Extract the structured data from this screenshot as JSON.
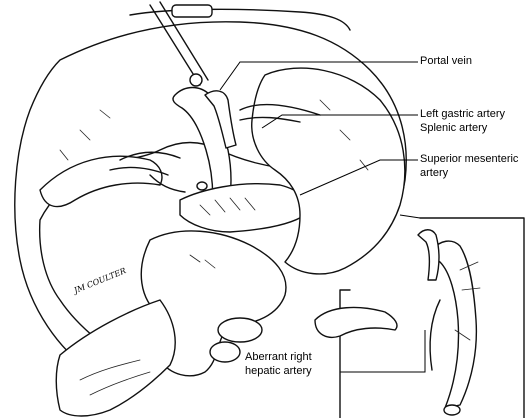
{
  "labels": {
    "portal_vein": "Portal vein",
    "left_gastric": "Left gastric artery",
    "splenic": "Splenic artery",
    "sma_line1": "Superior mesenteric",
    "sma_line2": "artery",
    "aberrant_line1": "Aberrant right",
    "aberrant_line2": "hepatic artery"
  },
  "signature": "JM COULTER"
}
